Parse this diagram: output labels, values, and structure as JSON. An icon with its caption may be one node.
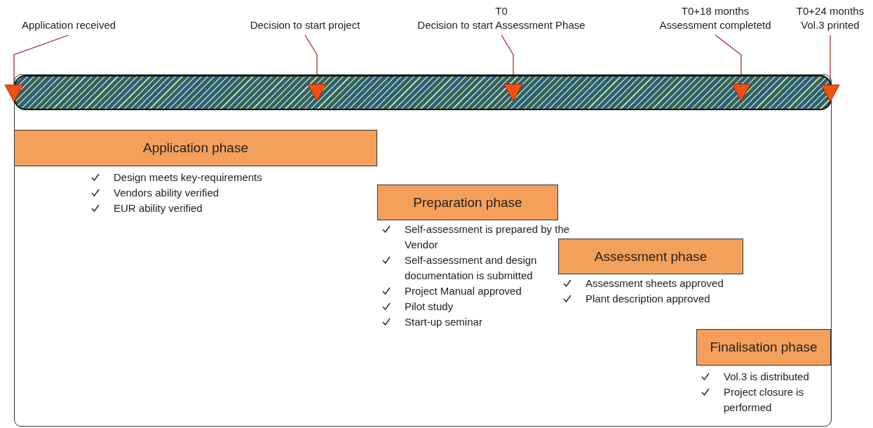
{
  "diagram": {
    "nodes": [
      {
        "text": [
          "Application received"
        ]
      },
      {
        "text": [
          "Decision to start project"
        ]
      },
      {
        "text": [
          "T0",
          "Decision to start Assessment Phase"
        ]
      },
      {
        "text": [
          "T0+18 months",
          "Assessment completetd"
        ]
      },
      {
        "text": [
          "T0+24 months",
          "Vol.3 printed"
        ]
      },
      {
        "text": [],
        "shape": "bar"
      },
      {
        "text": [],
        "shape": "triangle"
      },
      {
        "text": [],
        "shape": "triangle",
        "in": 5
      },
      {
        "text": [],
        "shape": "triangle",
        "in": 5
      },
      {
        "text": [],
        "shape": "triangle",
        "in": 5
      },
      {
        "text": [],
        "shape": "triangle"
      },
      {
        "text": [
          "Application phase"
        ],
        "beside": [
          "Design meets key-requirements",
          "Vendors ability verified",
          "EUR ability verified"
        ]
      },
      {
        "text": [
          "Preparation phase"
        ],
        "beside": [
          "Self-assessment is prepared by the Vendor",
          "Self-assessment and design documentation is submitted",
          "Project Manual approved",
          "Pilot study",
          "Start-up seminar"
        ]
      },
      {
        "text": [
          "Assessment phase"
        ],
        "beside": [
          "Assessment sheets approved",
          "Plant description approved"
        ]
      },
      {
        "text": [
          "Finalisation phase"
        ],
        "beside": [
          "Vol.3 is distributed",
          "Project closure is performed"
        ]
      }
    ],
    "edges": [
      {
        "from": 0,
        "to": 6,
        "arrow": "none"
      },
      {
        "from": 1,
        "to": 7,
        "arrow": "none"
      },
      {
        "from": 2,
        "to": 8,
        "arrow": "none"
      },
      {
        "from": 3,
        "to": 9,
        "arrow": "none"
      },
      {
        "from": 4,
        "to": 10,
        "arrow": "none"
      }
    ]
  }
}
